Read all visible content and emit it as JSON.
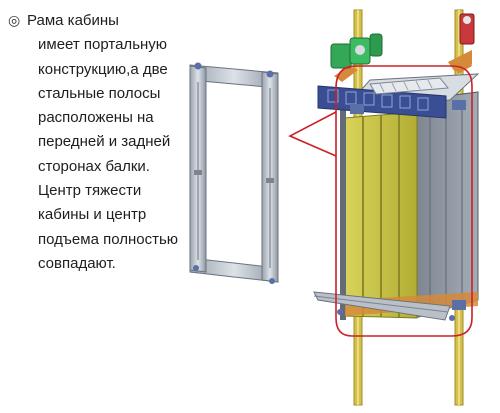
{
  "description": {
    "bullet_symbol": "◎",
    "lines": [
      "Рама кабины",
      "имеет портальную",
      "конструкцию,а две",
      "стальные полосы",
      "расположены на",
      "передней и задней",
      "сторонах балки.",
      "Центр тяжести",
      "кабины и центр",
      "подъема полностью",
      "совпадают."
    ]
  },
  "colors": {
    "rail": "#d4c04a",
    "panel": "#c8c443",
    "panel_dark": "#8e8a2c",
    "frame": "#b8bfc8",
    "beam": "#3a4f93",
    "motor": "#33a856",
    "brake": "#c9383a",
    "highlight": "#cc2027"
  }
}
